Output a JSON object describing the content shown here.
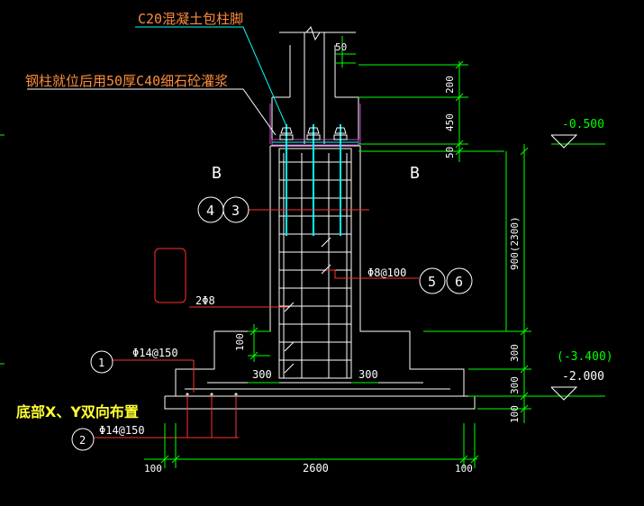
{
  "labels": {
    "c20_collar": "C20混凝土包柱脚",
    "grout": "钢柱就位后用50厚C40细石砼灌浆",
    "section_left": "B",
    "section_right": "B",
    "circle_4": "4",
    "circle_3": "3",
    "circle_5": "5",
    "circle_6": "6",
    "circle_1": "1",
    "circle_2": "2",
    "rebar_2phi8": "2Φ8",
    "rebar_phi8_100": "Φ8@100",
    "rebar_1": "Φ14@150",
    "rebar_2": "Φ14@150",
    "bottom_note": "底部X、Y双向布置"
  },
  "dimensions": {
    "d50_top": "50",
    "d200": "200",
    "d450": "450",
    "d50_mid": "50",
    "d900": "900(2300)",
    "d300_a": "300",
    "d300_b": "300",
    "d100_right": "100",
    "d100_left": "100",
    "d300_left_inner": "300",
    "d300_right_inner": "300",
    "d100_bottom_left": "100",
    "d2600": "2600",
    "d100_bottom_right": "100"
  },
  "elevations": {
    "top": "-0.500",
    "mid_paren": "(-3.400)",
    "mid": "-2.000"
  },
  "colors": {
    "white": "#ffffff",
    "green": "#00ff00",
    "cyan": "#00ffff",
    "red": "#ff3030",
    "orange": "#ff8c3a",
    "yellow": "#ffff33",
    "magenta": "#cc44cc"
  }
}
